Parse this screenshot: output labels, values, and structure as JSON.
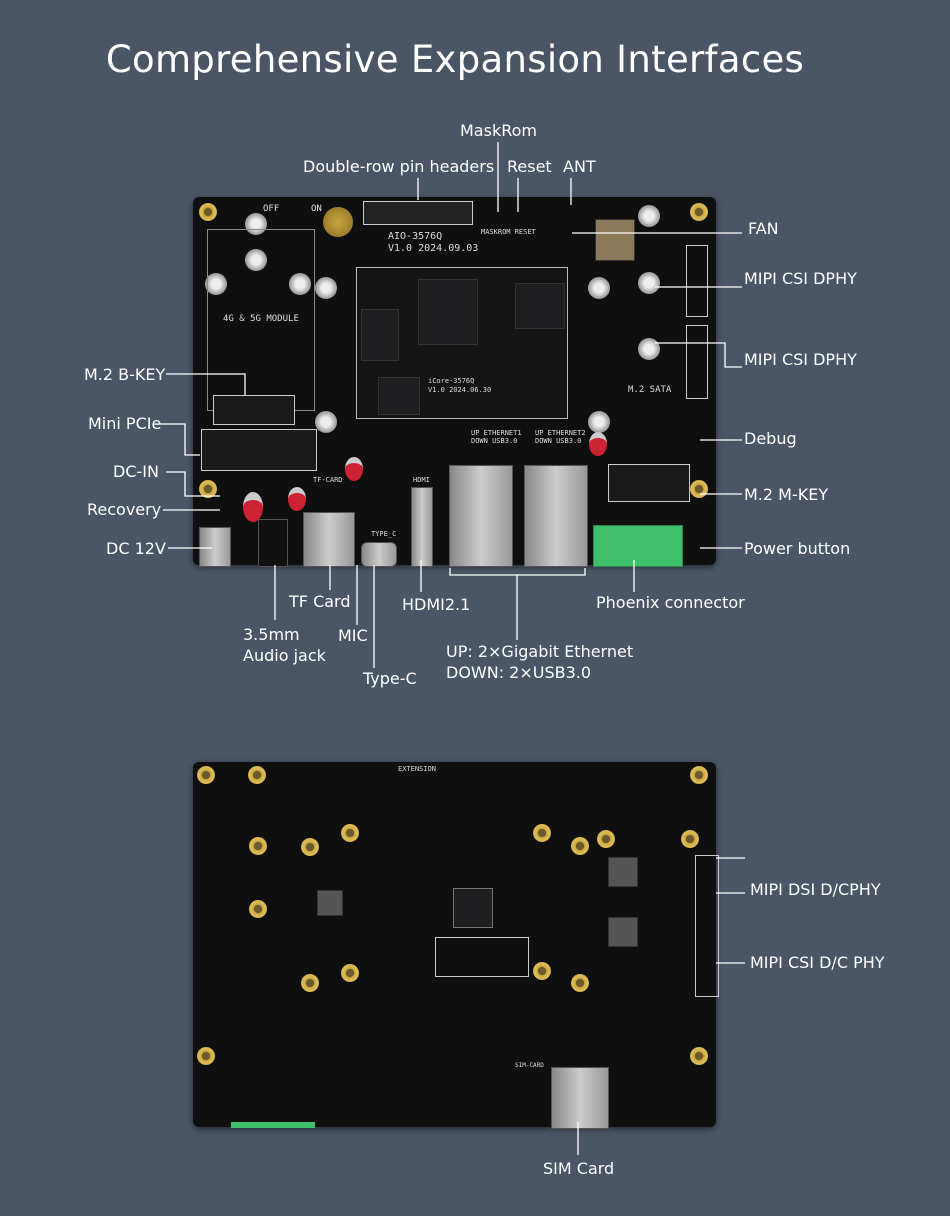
{
  "title": "Comprehensive Expansion Interfaces",
  "top_board": {
    "silkscreen": {
      "model": "AIO-3576Q",
      "version": "V1.0 2024.09.03",
      "module": "4G & 5G MODULE",
      "sata": "M.2 SATA",
      "core": "iCore-3576Q",
      "core_version": "V1.0 2024.06.30",
      "ethernet1": "UP   ETHERNET1",
      "ethernet2": "UP   ETHERNET2",
      "usb1": "DOWN USB3.0",
      "usb2": "DOWN USB3.0",
      "hdmi": "HDMI",
      "tf": "TF-CARD",
      "typec": "TYPE_C",
      "off": "OFF",
      "on": "ON",
      "maskrom_reset": "MASKROM RESET"
    },
    "labels": {
      "maskrom": "MaskRom",
      "pin_headers": "Double-row pin headers",
      "reset": "Reset",
      "ant": "ANT",
      "fan": "FAN",
      "mipi_csi_1": "MIPI CSI DPHY",
      "mipi_csi_2": "MIPI CSI DPHY",
      "debug": "Debug",
      "m2_mkey": "M.2 M-KEY",
      "power_button": "Power button",
      "m2_bkey": "M.2 B-KEY",
      "mini_pcie": "Mini PCIe",
      "dc_in": "DC-IN",
      "recovery": "Recovery",
      "dc_12v": "DC 12V",
      "tf_card": "TF Card",
      "hdmi": "HDMI2.1",
      "phoenix": "Phoenix connector",
      "audio_1": "3.5mm",
      "audio_2": "Audio jack",
      "mic": "MIC",
      "typec": "Type-C",
      "eth_up": "UP: 2×Gigabit Ethernet",
      "eth_down": "DOWN: 2×USB3.0"
    }
  },
  "bottom_board": {
    "silkscreen": {
      "extension": "EXTENSION",
      "sim": "SIM-CARD"
    },
    "labels": {
      "mipi_dsi": "MIPI DSI D/CPHY",
      "mipi_csi": "MIPI CSI D/C  PHY",
      "sim_card": "SIM Card"
    }
  },
  "colors": {
    "background": "#4a5566",
    "pcb": "#0f0f10",
    "phoenix": "#3fbf6a",
    "mount_hole": "#d4b04a"
  }
}
